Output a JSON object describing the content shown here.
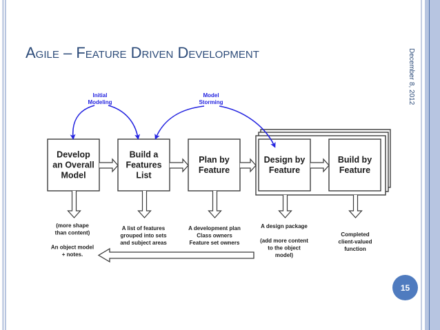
{
  "slide": {
    "title": "Agile – Feature Driven Development",
    "date": "December 8, 2012",
    "page_number": "15"
  },
  "diagram": {
    "annotations": [
      {
        "line1": "Initial",
        "line2": "Modeling"
      },
      {
        "line1": "Model",
        "line2": "Storming"
      }
    ],
    "process_boxes": [
      {
        "lines": [
          "Develop",
          "an Overall",
          "Model"
        ]
      },
      {
        "lines": [
          "Build a",
          "Features",
          "List"
        ]
      },
      {
        "lines": [
          "Plan by",
          "Feature"
        ]
      },
      {
        "lines": [
          "Design by",
          "Feature"
        ]
      },
      {
        "lines": [
          "Build by",
          "Feature"
        ]
      }
    ],
    "outputs": [
      {
        "lines": [
          "(more shape",
          "than content)",
          "",
          "An object model",
          "+ notes."
        ]
      },
      {
        "lines": [
          "A list of features",
          "grouped into sets",
          "and subject areas"
        ]
      },
      {
        "lines": [
          "A development plan",
          "Class owners",
          "Feature set owners"
        ]
      },
      {
        "lines": [
          "A design package",
          "",
          "(add more content",
          "to the object",
          "model)"
        ]
      },
      {
        "lines": [
          "Completed",
          "client-valued",
          "function"
        ]
      }
    ],
    "colors": {
      "annotation": "#2424e0",
      "box_stroke": "#3a3a3a",
      "title": "#2b4a78",
      "badge": "#4f7bbf"
    }
  }
}
